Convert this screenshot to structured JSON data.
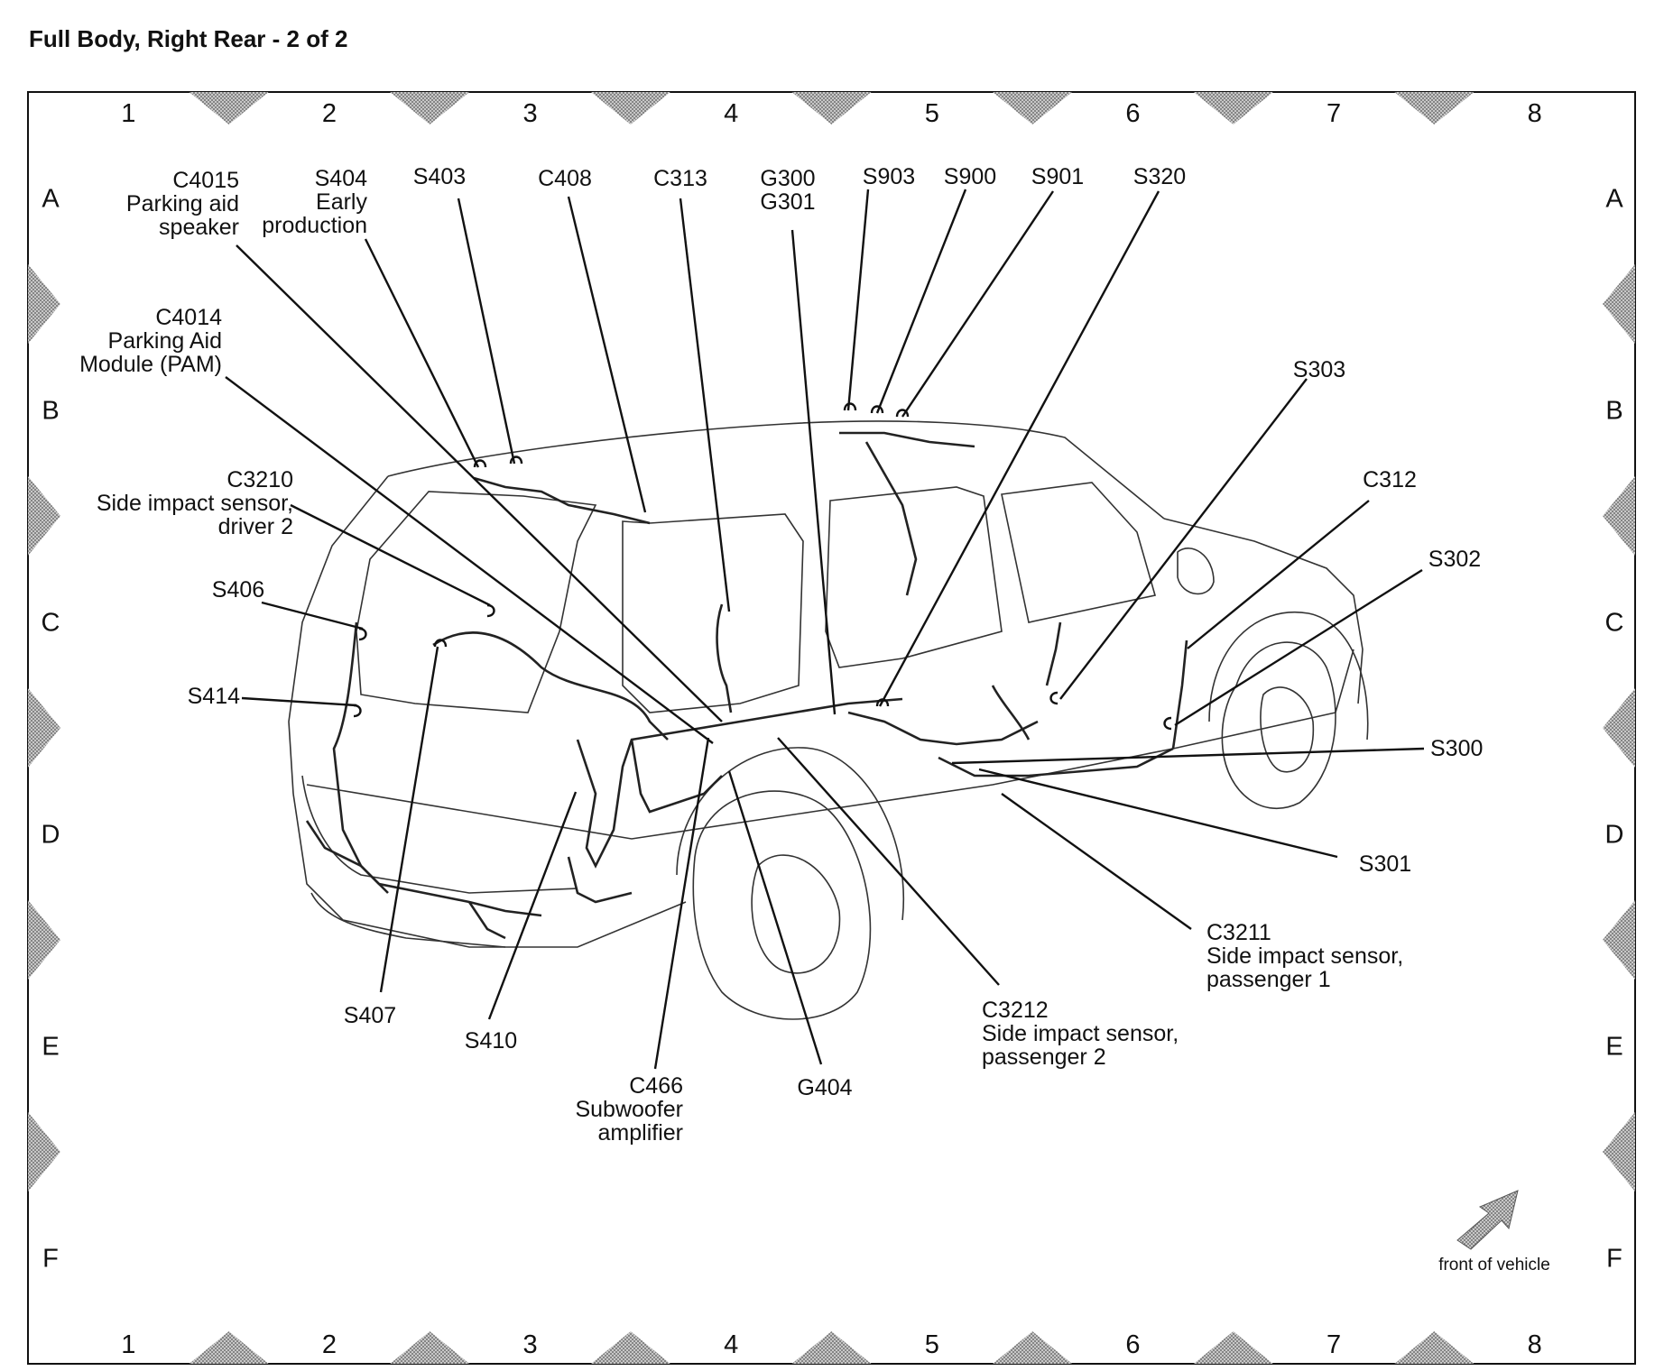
{
  "title": "Full Body, Right Rear - 2 of 2",
  "grid": {
    "columns": [
      "1",
      "2",
      "3",
      "4",
      "5",
      "6",
      "7",
      "8"
    ],
    "rows": [
      "A",
      "B",
      "C",
      "D",
      "E",
      "F"
    ]
  },
  "labels": {
    "c4015": [
      "C4015",
      "Parking aid",
      "speaker"
    ],
    "s404": [
      "S404",
      "Early",
      "production"
    ],
    "s403": [
      "S403"
    ],
    "c408": [
      "C408"
    ],
    "c313": [
      "C313"
    ],
    "g300": [
      "G300",
      "G301"
    ],
    "s903": [
      "S903"
    ],
    "s900": [
      "S900"
    ],
    "s901": [
      "S901"
    ],
    "s320": [
      "S320"
    ],
    "c4014": [
      "C4014",
      "Parking Aid",
      "Module (PAM)"
    ],
    "s303": [
      "S303"
    ],
    "c3210": [
      "C3210",
      "Side impact sensor,",
      "driver 2"
    ],
    "c312": [
      "C312"
    ],
    "s302": [
      "S302"
    ],
    "s406": [
      "S406"
    ],
    "s414": [
      "S414"
    ],
    "s300": [
      "S300"
    ],
    "s301": [
      "S301"
    ],
    "c3211": [
      "C3211",
      "Side impact sensor,",
      "passenger 1"
    ],
    "s407": [
      "S407"
    ],
    "s410": [
      "S410"
    ],
    "c3212": [
      "C3212",
      "Side impact sensor,",
      "passenger 2"
    ],
    "c466": [
      "C466",
      "Subwoofer",
      "amplifier"
    ],
    "g404": [
      "G404"
    ]
  },
  "front_of_vehicle": "front of vehicle",
  "colors": {
    "ink": "#111111",
    "marker": "#9a9a9a",
    "background": "#ffffff"
  },
  "icons": [
    "grid-marker-icon",
    "front-arrow-icon"
  ]
}
